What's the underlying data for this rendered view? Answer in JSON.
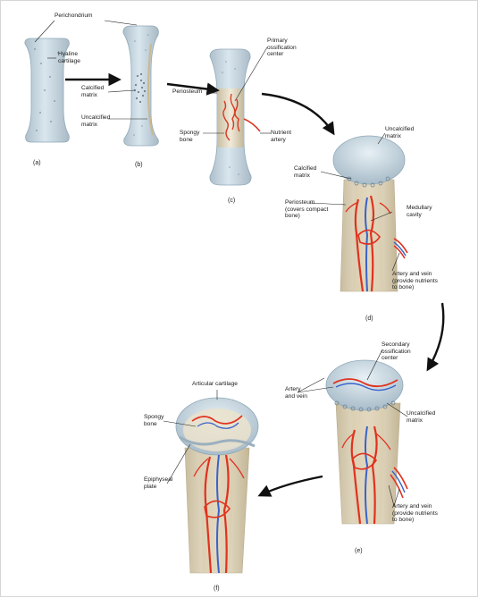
{
  "colors": {
    "cartilage": "#c8d9e4",
    "cartilage_edge": "#8fa9b8",
    "bone": "#ece3cf",
    "bone_shadow": "#cfc3a5",
    "artery": "#e0321f",
    "vein": "#3a63c9",
    "leader": "#222222",
    "step_arrow": "#111111"
  },
  "labels": {
    "perichondrium": "Perichondrium",
    "hyaline_cartilage": "Hyaline\ncartilage",
    "calcified_matrix_b": "Calcified\nmatrix",
    "uncalcified_matrix_b": "Uncalcified\nmatrix",
    "primary_ossification_center": "Primary\nossification\ncenter",
    "periosteum_c": "Periosteum",
    "spongy_bone_c": "Spongy\nbone",
    "nutrient_artery": "Nutrient\nartery",
    "uncalcified_matrix_d": "Uncalcified\nmatrix",
    "calcified_matrix_d": "Calcified\nmatrix",
    "periosteum_d": "Periosteum\n(covers compact\nbone)",
    "medullary_cavity": "Medullary\ncavity",
    "artery_vein_d": "Artery and vein\n(provide nutrients\nto bone)",
    "secondary_ossification_center": "Secondary\nossification\ncenter",
    "artery_and_vein_e": "Artery\nand vein",
    "uncalcified_matrix_e": "Uncalcified\nmatrix",
    "artery_vein_e": "Artery and vein\n(provide nutrients\nto bone)",
    "articular_cartilage": "Articular cartilage",
    "spongy_bone_f": "Spongy\nbone",
    "epiphyseal_plate": "Epiphyseal\nplate"
  },
  "captions": {
    "a": "(a)",
    "b": "(b)",
    "c": "(c)",
    "d": "(d)",
    "e": "(e)",
    "f": "(f)"
  }
}
